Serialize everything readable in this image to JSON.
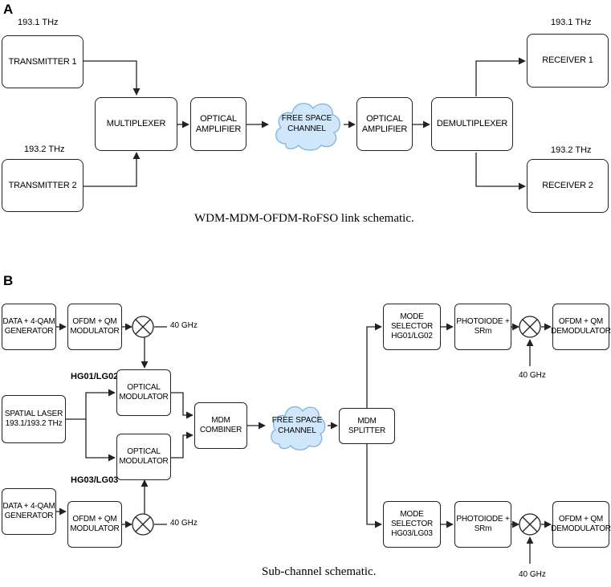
{
  "panel_a": {
    "label": "A",
    "caption": "WDM-MDM-OFDM-RoFSO link schematic.",
    "freq_tx1": "193.1 THz",
    "freq_tx2": "193.2 THz",
    "freq_rx1": "193.1 THz",
    "freq_rx2": "193.2 THz",
    "transmitter1": "TRANSMITTER 1",
    "transmitter2": "TRANSMITTER 2",
    "multiplexer": "MULTIPLEXER",
    "amp1": "OPTICAL\nAMPLIFIER",
    "channel": "FREE SPACE\nCHANNEL",
    "amp2": "OPTICAL\nAMPLIFIER",
    "demultiplexer": "DEMULTIPLEXER",
    "receiver1": "RECEIVER 1",
    "receiver2": "RECEIVER 2"
  },
  "panel_b": {
    "label": "B",
    "caption": "Sub-channel schematic.",
    "gen_top": "DATA + 4-QAM\nGENERATOR",
    "ofdm_mod_top": "OFDM + QM\nMODULATOR",
    "ghz_top": "40 GHz",
    "mode_top": "HG01/LG02",
    "opt_mod_top": "OPTICAL\nMODULATOR",
    "laser": "SPATIAL LASER\n193.1/193.2 THz",
    "opt_mod_bot": "OPTICAL\nMODULATOR",
    "mode_bot": "HG03/LG03",
    "gen_bot": "DATA + 4-QAM\nGENERATOR",
    "ofdm_mod_bot": "OFDM + QM\nMODULATOR",
    "ghz_bot": "40 GHz",
    "combiner": "MDM\nCOMBINER",
    "channel": "FREE SPACE\nCHANNEL",
    "splitter": "MDM\nSPLITTER",
    "selector_top": "MODE\nSELECTOR\nHG01/LG02",
    "photodiode_top": "PHOTOIODE +\nSRm",
    "demod_top": "OFDM + QM\nDEMODULATOR",
    "ghz_rx_top": "40 GHz",
    "selector_bot": "MODE\nSELECTOR\nHG03/LG03",
    "photodiode_bot": "PHOTOIODE +\nSRm",
    "demod_bot": "OFDM + QM\nDEMODULATOR",
    "ghz_rx_bot": "40 GHz"
  },
  "colors": {
    "cloud_fill": "#cfe6fb",
    "cloud_stroke": "#7fb3e0",
    "line": "#222222"
  }
}
